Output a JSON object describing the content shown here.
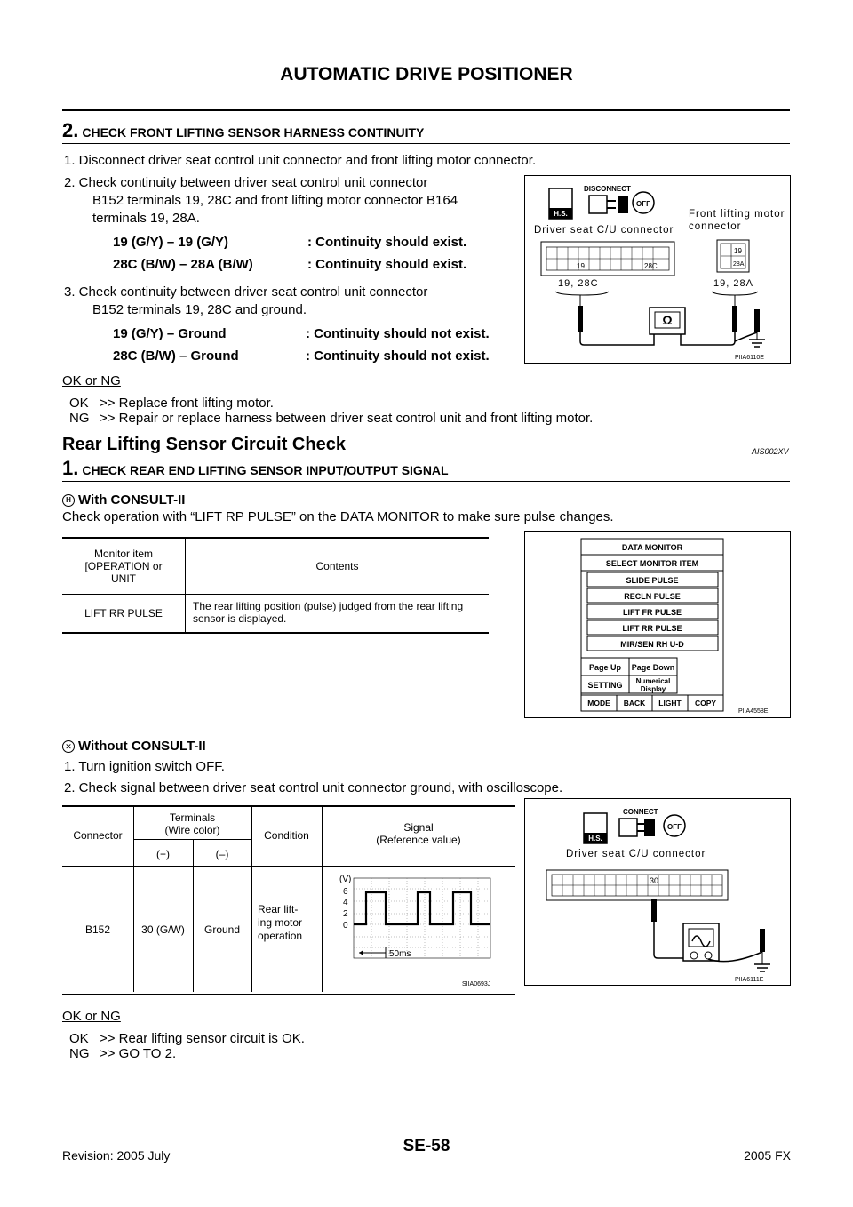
{
  "header": {
    "title": "AUTOMATIC DRIVE POSITIONER"
  },
  "step2": {
    "num": "2.",
    "title": "CHECK FRONT LIFTING SENSOR HARNESS CONTINUITY",
    "item1": "1.  Disconnect driver seat control unit connector and front lifting motor connector.",
    "item2_l1": "2.  Check continuity between driver seat control unit connector",
    "item2_l2": "B152 terminals 19, 28C and front lifting motor connector B164",
    "item2_l3": "terminals 19, 28A.",
    "spec1_a": "19 (G/Y) – 19 (G/Y)",
    "spec1_b": ": Continuity should exist.",
    "spec2_a": "28C (B/W) – 28A (B/W)",
    "spec2_b": ": Continuity should exist.",
    "item3_l1": "3.  Check continuity between driver seat control unit connector",
    "item3_l2": "B152 terminals 19, 28C and ground.",
    "spec3_a": "19 (G/Y) – Ground",
    "spec3_b": ": Continuity should not exist.",
    "spec4_a": "28C (B/W) – Ground",
    "spec4_b": ": Continuity should not exist.",
    "okng": "OK or NG",
    "ok_key": "OK",
    "ok_val": ">> Replace front lifting motor.",
    "ng_key": "NG",
    "ng_val": ">> Repair or replace harness between driver seat control unit and front lifting motor.",
    "figure": {
      "disconnect": "DISCONNECT",
      "hs": "H.S.",
      "off": "OFF",
      "left_conn_label": "Driver seat C/U connector",
      "right_conn_label_1": "Front lifting motor",
      "right_conn_label_2": "connector",
      "pin_19": "19",
      "pin_28c": "28C",
      "pin_28a": "28A",
      "left_terms": "19, 28C",
      "right_terms": "19, 28A",
      "ohm": "Ω",
      "ref": "PIIA6110E"
    }
  },
  "section": {
    "title": "Rear Lifting Sensor Circuit Check",
    "ref": "AIS002XV"
  },
  "step1": {
    "num": "1.",
    "title": "CHECK REAR END LIFTING SENSOR INPUT/OUTPUT SIGNAL",
    "with": "With CONSULT-II",
    "with_text": "Check operation with “LIFT RP PULSE” on the DATA MONITOR to make sure pulse changes.",
    "monitor_table": {
      "h1_l1": "Monitor item",
      "h1_l2": "[OPERATION or",
      "h1_l3": "UNIT",
      "h2": "Contents",
      "r1c1": "LIFT RR PULSE",
      "r1c2_l1": "The rear lifting position (pulse) judged from the rear lifting",
      "r1c2_l2": "sensor is displayed."
    },
    "consult": {
      "title": "DATA MONITOR",
      "select": "SELECT MONITOR ITEM",
      "items": [
        "SLIDE PULSE",
        "RECLN PULSE",
        "LIFT FR PULSE",
        "LIFT RR PULSE",
        "MIR/SEN RH U-D"
      ],
      "page_up": "Page Up",
      "page_down": "Page Down",
      "setting": "SETTING",
      "numerical_1": "Numerical",
      "numerical_2": "Display",
      "mode": "MODE",
      "back": "BACK",
      "light": "LIGHT",
      "copy": "COPY",
      "ref": "PIIA4558E"
    },
    "without": "Without CONSULT-II",
    "w_item1": "1.  Turn ignition switch OFF.",
    "w_item2": "2.  Check signal between driver seat control unit connector ground, with oscilloscope.",
    "signal_table": {
      "connector": "Connector",
      "terminals_1": "Terminals",
      "terminals_2": "(Wire color)",
      "plus": "(+)",
      "minus": "(–)",
      "condition": "Condition",
      "signal_1": "Signal",
      "signal_2": "(Reference value)",
      "r_conn": "B152",
      "r_plus": "30 (G/W)",
      "r_minus": "Ground",
      "r_cond_1": "Rear lift-",
      "r_cond_2": "ing motor",
      "r_cond_3": "operation",
      "scope_unit": "(V)",
      "scope_6": "6",
      "scope_4": "4",
      "scope_2": "2",
      "scope_0": "0",
      "scope_time": "50ms",
      "scope_ref": "SIIA0693J"
    },
    "figure2": {
      "connect": "CONNECT",
      "hs": "H.S.",
      "off": "OFF",
      "label": "Driver seat C/U connector",
      "pin_30": "30",
      "ref": "PIIA6111E"
    },
    "okng": "OK or NG",
    "ok_key": "OK",
    "ok_val": ">> Rear lifting sensor circuit is OK.",
    "ng_key": "NG",
    "ng_val": ">> GO TO 2."
  },
  "footer": {
    "revision": "Revision: 2005 July",
    "page": "SE-58",
    "model": "2005 FX"
  }
}
